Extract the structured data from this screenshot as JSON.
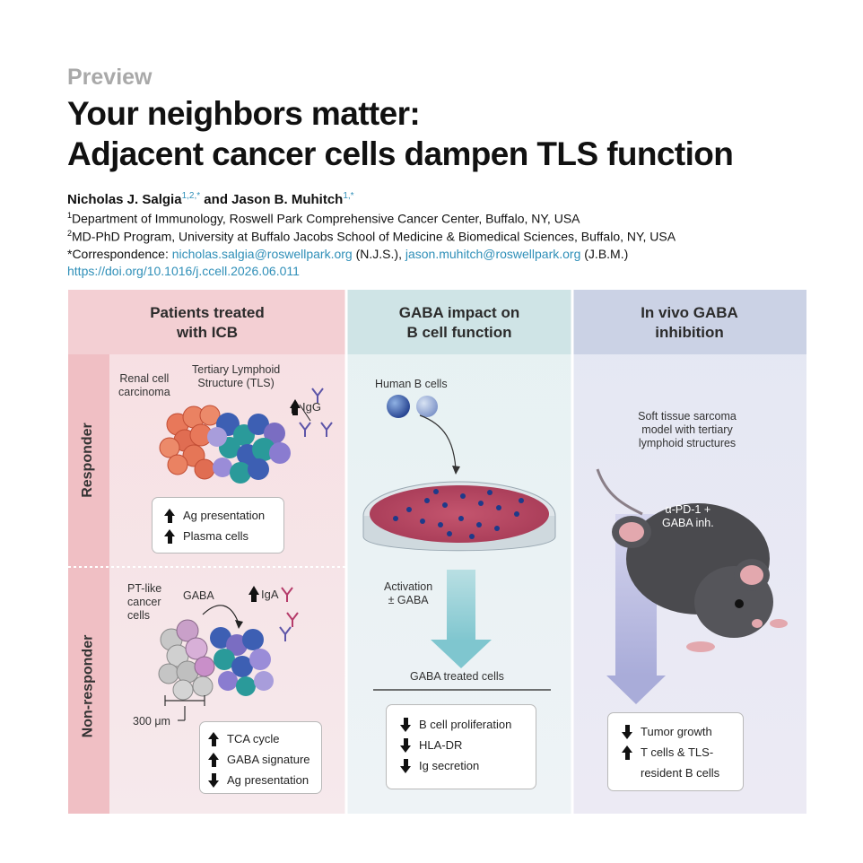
{
  "header": {
    "kicker": "Preview",
    "title_line1": "Your neighbors matter:",
    "title_line2": "Adjacent cancer cells dampen TLS function"
  },
  "authors": {
    "author1": "Nicholas J. Salgia",
    "author1_sup": "1,2,*",
    "conj": " and ",
    "author2": "Jason B. Muhitch",
    "author2_sup": "1,*"
  },
  "affiliations": {
    "aff1_num": "1",
    "aff1": "Department of Immunology, Roswell Park Comprehensive Cancer Center, Buffalo, NY, USA",
    "aff2_num": "2",
    "aff2": "MD-PhD Program, University at Buffalo Jacobs School of Medicine & Biomedical Sciences, Buffalo, NY, USA",
    "corr_prefix": "*Correspondence: ",
    "email1": "nicholas.salgia@roswellpark.org",
    "email1_tag": " (N.J.S.), ",
    "email2": "jason.muhitch@roswellpark.org",
    "email2_tag": " (J.B.M.)",
    "doi": "https://doi.org/10.1016/j.ccell.2026.06.011"
  },
  "figure": {
    "col1_head_1": "Patients treated",
    "col1_head_2": "with ICB",
    "col2_head_1": "GABA impact on",
    "col2_head_2": "B cell function",
    "col3_head_1": "In vivo GABA",
    "col3_head_2": "inhibition",
    "row_responder": "Responder",
    "row_nonresponder": "Non-responder",
    "renal_1": "Renal cell",
    "renal_2": "carcinoma",
    "tls_1": "Tertiary Lymphoid",
    "tls_2": "Structure (TLS)",
    "igg": "IgG",
    "responder_box": [
      "Ag presentation",
      "Plasma cells"
    ],
    "pt_like_1": "PT-like",
    "pt_like_2": "cancer",
    "pt_like_3": "cells",
    "gaba": "GABA",
    "iga": "IgA",
    "scale": "300 μm",
    "nonresp_box": [
      {
        "dir": "up",
        "text": "TCA cycle"
      },
      {
        "dir": "up",
        "text": "GABA signature"
      },
      {
        "dir": "down",
        "text": "Ag presentation"
      }
    ],
    "human_b_cells": "Human B cells",
    "activation_1": "Activation",
    "activation_2": "± GABA",
    "gaba_treated": "GABA treated cells",
    "col2_box": [
      "B cell proliferation",
      "HLA-DR",
      "Ig secretion"
    ],
    "sarcoma_1": "Soft tissue sarcoma",
    "sarcoma_2": "model with tertiary",
    "sarcoma_3": "lymphoid structures",
    "treatment_1": "α-PD-1 +",
    "treatment_2": "GABA inh.",
    "col3_box": [
      {
        "dir": "down",
        "text": "Tumor growth"
      },
      {
        "dir": "up",
        "text": "T cells & TLS-"
      },
      {
        "dir": "none",
        "text": "resident B cells"
      }
    ]
  },
  "colors": {
    "accent_link": "#2f8fb8",
    "col1_header": "#f3cfd3",
    "col2_header": "#cfe4e6",
    "col3_header": "#cbd2e5",
    "row_label_band": "#f0bfc4"
  }
}
